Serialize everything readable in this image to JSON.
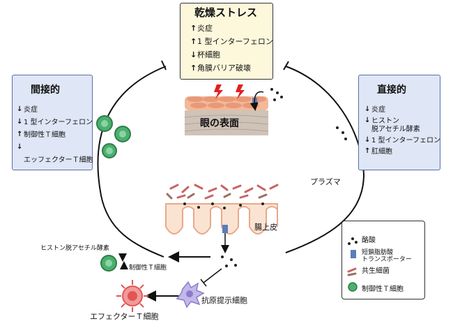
{
  "top_box": {
    "title": "乾燥ストレス",
    "items": [
      {
        "dir": "up",
        "text": "炎症"
      },
      {
        "dir": "up",
        "text": "1 型インターフェロン"
      },
      {
        "dir": "down",
        "text": "杯細胞"
      },
      {
        "dir": "up",
        "text": "角膜バリア破壊"
      }
    ]
  },
  "left_box": {
    "title": "間接的",
    "items": [
      {
        "dir": "down",
        "text": "炎症"
      },
      {
        "dir": "down",
        "text": "1 型インターフェロン"
      },
      {
        "dir": "up",
        "text": "制御性Ｔ細胞"
      },
      {
        "dir": "down",
        "text": ""
      },
      {
        "dir": "none",
        "text": "エッフェクターＴ細胞"
      }
    ]
  },
  "right_box": {
    "title": "直接的",
    "items": [
      {
        "dir": "down",
        "text": "炎症"
      },
      {
        "dir": "down",
        "text": "ヒストン\n脱アセチル酵素"
      },
      {
        "dir": "down",
        "text": "1 型インターフェロン"
      },
      {
        "dir": "up",
        "text": "肛細胞"
      }
    ]
  },
  "labels": {
    "eye_surface": "眼の表面",
    "plasma": "プラズマ",
    "intestinal_epithelium": "腸上皮",
    "hdac": "ヒストン脱アセチル酵素",
    "treg": "制御性Ｔ細胞",
    "effector": "エフェクターＴ細胞",
    "apc": "抗原提示細胞"
  },
  "legend": {
    "items": [
      {
        "icon": "dots",
        "text": "酪酸"
      },
      {
        "icon": "transporter",
        "text": "短鎖脂肪酸\nトランスポーター"
      },
      {
        "icon": "bacteria",
        "text": "共生細菌"
      },
      {
        "icon": "treg",
        "text": "制御性Ｔ細胞"
      }
    ]
  },
  "colors": {
    "box_fill_top": "#fdf8dc",
    "box_fill_side": "#dfe6f6",
    "box_border": "#333333",
    "treg_green": "#4caf6e",
    "transporter_blue": "#5b7dbb",
    "effector_red": "#e25555",
    "apc_purple": "#8c7cc9",
    "lightning_red": "#e02020"
  }
}
